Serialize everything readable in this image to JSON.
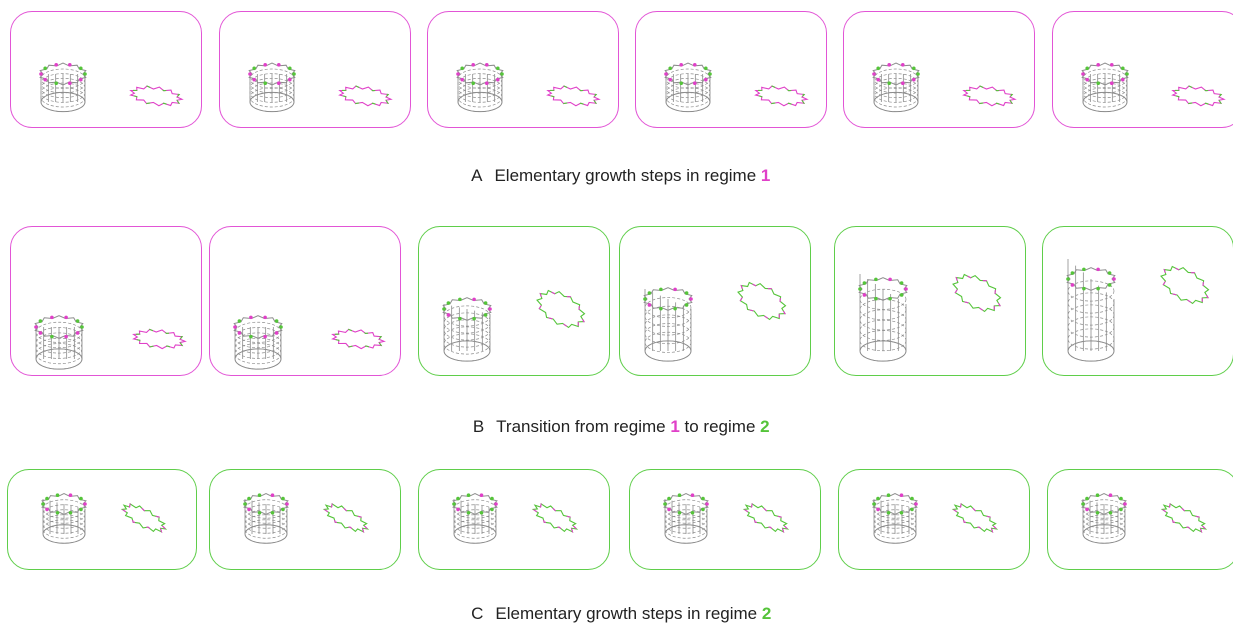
{
  "colors": {
    "regime1": "#e040c8",
    "regime2": "#55c43a",
    "tube": "#8c8c8c",
    "text": "#222222"
  },
  "rows": [
    {
      "caption": {
        "label": "A",
        "text": "Elementary growth steps in regime",
        "n1": "1"
      },
      "panels": [
        "regime1",
        "regime1",
        "regime1",
        "regime1",
        "regime1",
        "regime1"
      ]
    },
    {
      "caption": {
        "label": "B",
        "text": "Transition from regime",
        "n1": "1",
        "mid": "to regime",
        "n2": "2"
      },
      "panels": [
        "regime1",
        "regime1",
        "regime2",
        "regime2",
        "regime2",
        "regime2"
      ]
    },
    {
      "caption": {
        "label": "C",
        "text": "Elementary growth steps in regime",
        "n1": "2"
      },
      "panels": [
        "regime2",
        "regime2",
        "regime2",
        "regime2",
        "regime2",
        "regime2"
      ]
    }
  ]
}
